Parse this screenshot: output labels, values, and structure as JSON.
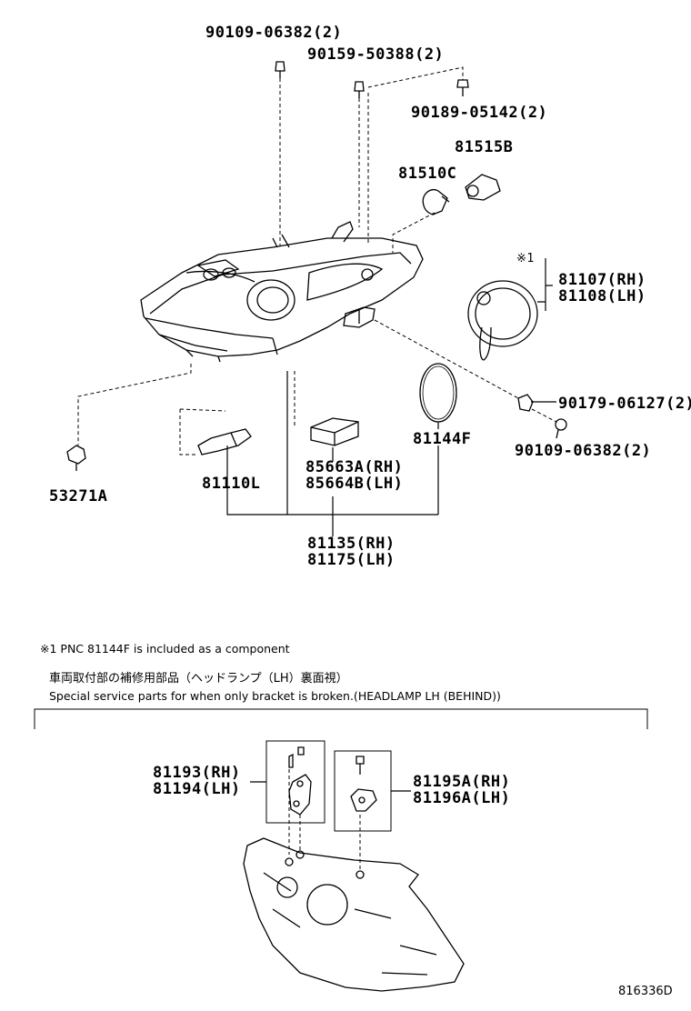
{
  "parts": {
    "p_90109_top": "90109-06382(2)",
    "p_90159": "90159-50388(2)",
    "p_90189": "90189-05142(2)",
    "p_81515b": "81515B",
    "p_81510c": "81510C",
    "p_note_mark": "※1",
    "p_81107": "81107(RH)",
    "p_81108": "81108(LH)",
    "p_90179": "90179-06127(2)",
    "p_90109_right": "90109-06382(2)",
    "p_81144f": "81144F",
    "p_53271a": "53271A",
    "p_81110l": "81110L",
    "p_85663a": "85663A(RH)",
    "p_85664b": "85664B(LH)",
    "p_81135": "81135(RH)",
    "p_81175": "81175(LH)",
    "p_81193": "81193(RH)",
    "p_81194": "81194(LH)",
    "p_81195a": "81195A(RH)",
    "p_81196a": "81196A(LH)"
  },
  "notes": {
    "component_note": "※1 PNC 81144F is included as a component",
    "service_jp": "車両取付部の補修用部品（ヘッドランプ（LH）裏面視）",
    "service_en": "Special service parts for when only bracket is broken.(HEADLAMP LH (BEHIND))"
  },
  "illustration_code": "816336D"
}
